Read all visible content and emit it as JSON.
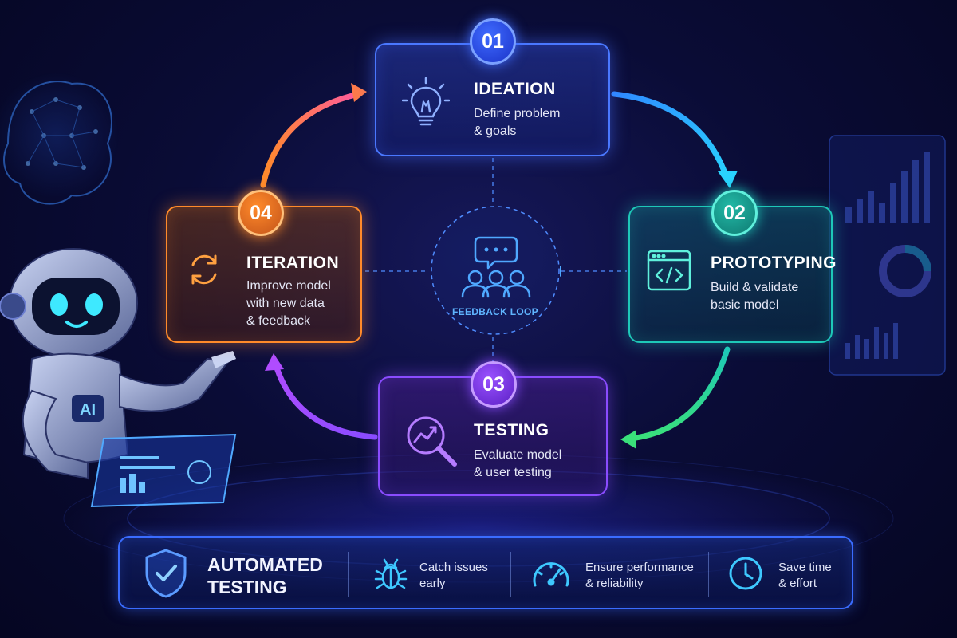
{
  "colors": {
    "ideation": "#4a78ff",
    "prototyping": "#1ec8b8",
    "testing": "#8a4cff",
    "iteration": "#ff8a2a",
    "feedback": "#5fb4ff"
  },
  "stages": [
    {
      "number": "01",
      "title": "IDEATION",
      "description": "Define problem\n& goals",
      "icon": "lightbulb-icon"
    },
    {
      "number": "02",
      "title": "PROTOTYPING",
      "description": "Build & validate\nbasic model",
      "icon": "code-window-icon"
    },
    {
      "number": "03",
      "title": "TESTING",
      "description": "Evaluate model\n& user testing",
      "icon": "magnifier-chart-icon"
    },
    {
      "number": "04",
      "title": "ITERATION",
      "description": "Improve model\nwith new data\n& feedback",
      "icon": "refresh-icon"
    }
  ],
  "center": {
    "label": "FEEDBACK LOOP",
    "icon": "team-chat-icon"
  },
  "robot": {
    "chest_label": "AI"
  },
  "bottom_bar": {
    "title": "AUTOMATED\nTESTING",
    "title_icon": "shield-check-icon",
    "features": [
      {
        "text": "Catch issues\nearly",
        "icon": "bug-icon"
      },
      {
        "text": "Ensure performance\n& reliability",
        "icon": "speedometer-icon"
      },
      {
        "text": "Save time\n& effort",
        "icon": "clock-icon"
      }
    ]
  }
}
